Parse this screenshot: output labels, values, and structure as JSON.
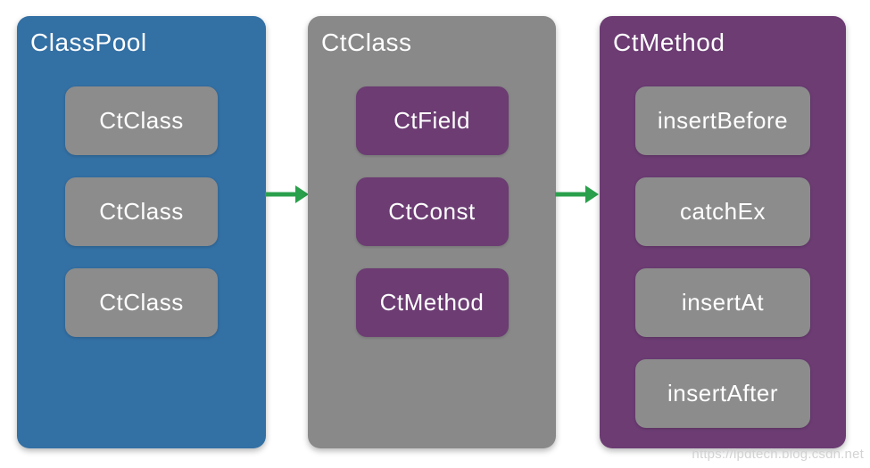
{
  "diagram": {
    "panels": [
      {
        "title": "ClassPool",
        "bg": "#3370A4",
        "item_bg": "#8C8C8C",
        "items": [
          "CtClass",
          "CtClass",
          "CtClass"
        ]
      },
      {
        "title": "CtClass",
        "bg": "#898989",
        "item_bg": "#6C3C73",
        "items": [
          "CtField",
          "CtConst",
          "CtMethod"
        ]
      },
      {
        "title": "CtMethod",
        "bg": "#6C3C73",
        "item_bg": "#8C8C8C",
        "items": [
          "insertBefore",
          "catchEx",
          "insertAt",
          "insertAfter"
        ]
      }
    ],
    "arrow_color": "#2AA04C",
    "watermark": "https://lpdtech.blog.csdn.net"
  }
}
